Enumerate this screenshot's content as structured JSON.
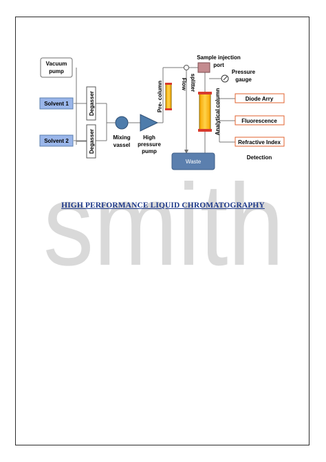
{
  "watermark": {
    "text": "smith"
  },
  "diagram": {
    "vacuum_pump": [
      "Vacuum",
      "pump"
    ],
    "solvent1": "Solvent 1",
    "solvent2": "Solvent 2",
    "degasser1": "Degasser",
    "degasser2": "Degasser",
    "mixing_vessel": [
      "Mixing",
      "vassel"
    ],
    "hp_pump": [
      "High",
      "pressure",
      "pump"
    ],
    "pre_column": "Pre- column",
    "flow_splitter": [
      "Flow",
      "splitter"
    ],
    "sample_injection": [
      "Sample injection",
      "port"
    ],
    "pressure_gauge": [
      "Pressure",
      "gauge"
    ],
    "analytical_column": "Analytical column",
    "waste": "Waste",
    "detectors": [
      "Diode Arry",
      "Fluorescence",
      "Refractive Index"
    ],
    "detection": "Detection"
  },
  "title": "HIGH PERFORMANCE LIQUID CHROMATOGRAPHY",
  "colors": {
    "solvent_fill": "#9ab6ea",
    "pump_fill": "#4e7cab",
    "column_fill": "#f5b400",
    "column_cap": "#d83a2e",
    "injection_port": "#c48b8f",
    "waste_fill": "#5b7fae",
    "detector_border": "#e0612e",
    "watermark": "#d9d9d9",
    "title": "#1f3a8a"
  }
}
